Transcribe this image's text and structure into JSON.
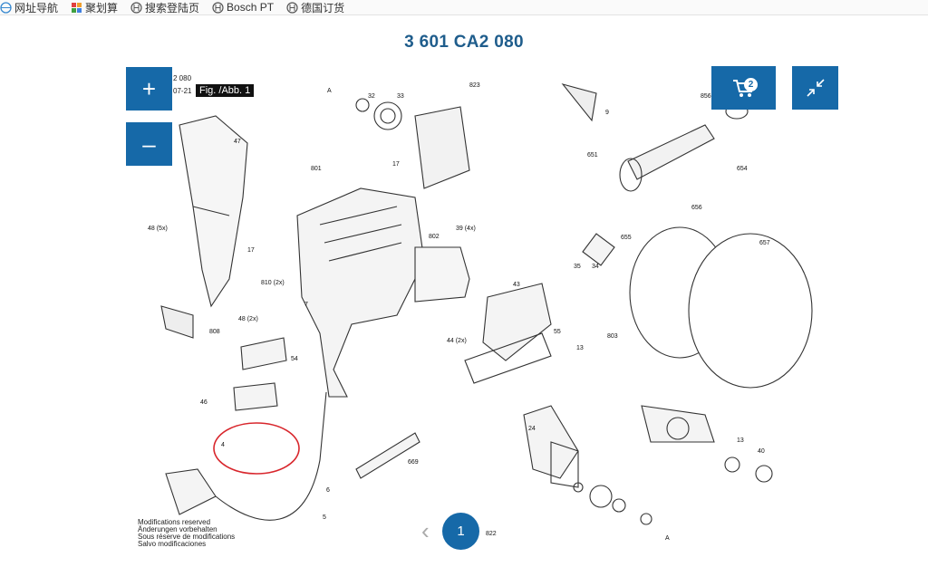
{
  "bookmarks": [
    {
      "label": "网址导航",
      "icon": "globe-icon"
    },
    {
      "label": "聚划算",
      "icon": "tiles-icon"
    },
    {
      "label": "搜索登陆页",
      "icon": "bosch-logo-icon"
    },
    {
      "label": "Bosch PT",
      "icon": "bosch-logo-icon"
    },
    {
      "label": "德国订货",
      "icon": "bosch-logo-icon"
    }
  ],
  "page": {
    "title": "3 601 CA2 080",
    "fig_label": "Fig. /Abb. 1",
    "meta_date_1": "2 080",
    "meta_date_2": "07-21",
    "modifications": [
      "Modifications reserved",
      "Änderungen vorbehalten",
      "Sous réserve de modifications",
      "Salvo modificaciones"
    ]
  },
  "controls": {
    "zoom_in": "+",
    "zoom_out": "–",
    "cart_count": "2",
    "prev": "‹",
    "current_page": "1"
  },
  "part_labels": [
    "A",
    "32",
    "33",
    "823",
    "47",
    "801",
    "17",
    "48 (5x)",
    "17",
    "810 (2x)",
    "39 (4x)",
    "802",
    "856",
    "9",
    "651",
    "654",
    "656",
    "657",
    "655",
    "35",
    "34",
    "43",
    "7",
    "48 (2x)",
    "808",
    "55",
    "44 (2x)",
    "13",
    "803",
    "54",
    "46",
    "4",
    "6",
    "5",
    "669",
    "24",
    "822",
    "13",
    "40",
    "A"
  ],
  "colors": {
    "accent": "#1669a8",
    "title": "#1f5d8c",
    "highlight": "#d8262c"
  }
}
